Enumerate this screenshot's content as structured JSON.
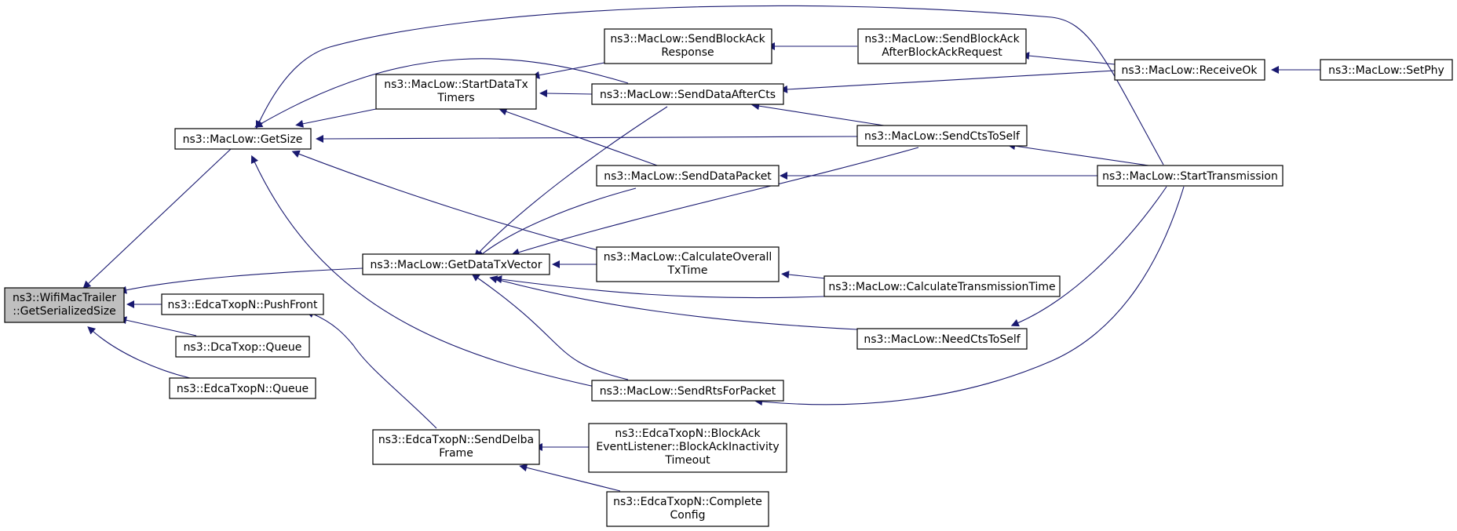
{
  "colors": {
    "edge": "#191970",
    "root_fill": "#bfbfbf",
    "node_fill": "#ffffff",
    "border": "#000000"
  },
  "nodes": {
    "root": [
      "ns3::WifiMacTrailer",
      "::GetSerializedSize"
    ],
    "getsize": [
      "ns3::MacLow::GetSize"
    ],
    "pushfront": [
      "ns3::EdcaTxopN::PushFront"
    ],
    "dcaqueue": [
      "ns3::DcaTxop::Queue"
    ],
    "edcaqueue": [
      "ns3::EdcaTxopN::Queue"
    ],
    "getdatatx": [
      "ns3::MacLow::GetDataTxVector"
    ],
    "startdatatx": [
      "ns3::MacLow::StartDataTx",
      "Timers"
    ],
    "senddelba": [
      "ns3::EdcaTxopN::SendDelba",
      "Frame"
    ],
    "sendblockackresp": [
      "ns3::MacLow::SendBlockAck",
      "Response"
    ],
    "senddataaftercts": [
      "ns3::MacLow::SendDataAfterCts"
    ],
    "senddatapacket": [
      "ns3::MacLow::SendDataPacket"
    ],
    "calcoverall": [
      "ns3::MacLow::CalculateOverall",
      "TxTime"
    ],
    "sendrts": [
      "ns3::MacLow::SendRtsForPacket"
    ],
    "blockacktimeout": [
      "ns3::EdcaTxopN::BlockAck",
      "EventListener::BlockAckInactivity",
      "Timeout"
    ],
    "completeconfig": [
      "ns3::EdcaTxopN::Complete",
      "Config"
    ],
    "sendblockackafter": [
      "ns3::MacLow::SendBlockAck",
      "AfterBlockAckRequest"
    ],
    "sendctstoself": [
      "ns3::MacLow::SendCtsToSelf"
    ],
    "calctransmission": [
      "ns3::MacLow::CalculateTransmissionTime"
    ],
    "needcts": [
      "ns3::MacLow::NeedCtsToSelf"
    ],
    "receiveok": [
      "ns3::MacLow::ReceiveOk"
    ],
    "starttransmission": [
      "ns3::MacLow::StartTransmission"
    ],
    "setphy": [
      "ns3::MacLow::SetPhy"
    ]
  }
}
